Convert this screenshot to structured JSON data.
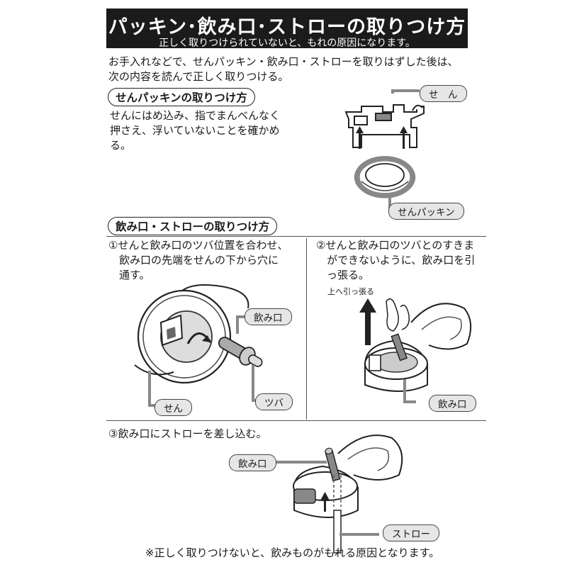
{
  "title": {
    "main": "パッキン･飲み口･ストローの取りつけ方",
    "sub": "正しく取りつけられていないと、もれの原因になります。"
  },
  "intro": {
    "line1": "お手入れなどで、せんパッキン・飲み口・ストローを取りはずした後は、",
    "line2": "次の内容を読んで正しく取りつける。"
  },
  "packing_section": {
    "heading": "せんパッキンの取りつけ方",
    "line1": "せんにはめ込み、指でまんべんなく",
    "line2": "押さえ、浮いていないことを確かめ",
    "line3": "る。",
    "label_sen": "せ　ん",
    "label_packing": "せんパッキン"
  },
  "mouth_section": {
    "heading": "飲み口・ストローの取りつけ方",
    "step1": {
      "line1": "①せんと飲み口のツバ位置を合わせ、",
      "line2": "飲み口の先端をせんの下から穴に",
      "line3": "通す。",
      "label_nomikuchi": "飲み口",
      "label_tsuba": "ツバ",
      "label_sen": "せん"
    },
    "step2": {
      "line1": "②せんと飲み口のツバとのすきま",
      "line2": "ができないように、飲み口を引",
      "line3": "っ張る。",
      "arrow_label": "上へ引っ張る",
      "label_nomikuchi": "飲み口"
    },
    "step3": {
      "line1": "③飲み口にストローを差し込む。",
      "label_nomikuchi": "飲み口",
      "label_straw": "ストロー"
    }
  },
  "footer_note": "※正しく取りつけないと、飲みものがもれる原因となります。"
}
